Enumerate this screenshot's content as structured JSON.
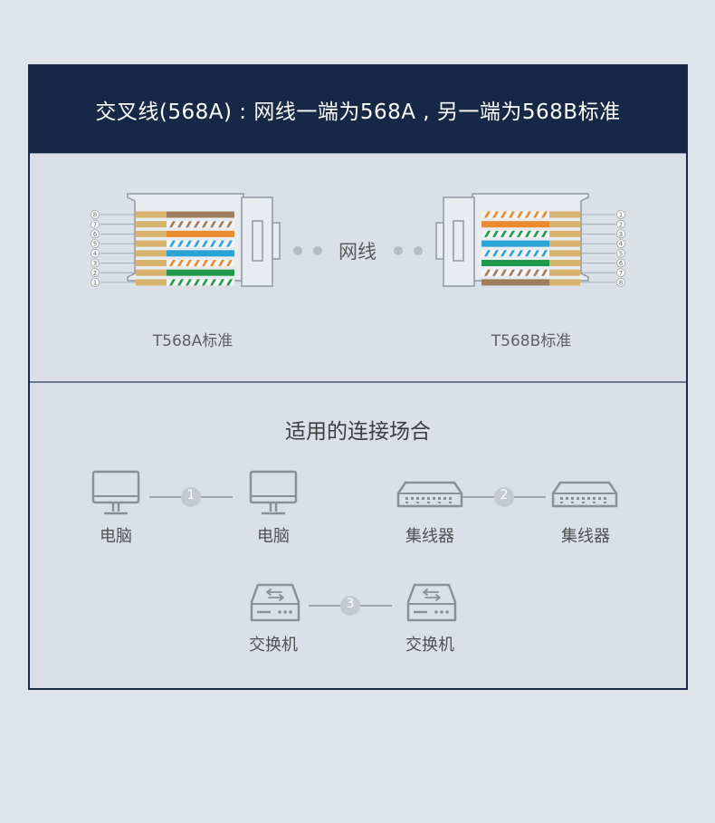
{
  "header": {
    "title": "交叉线(568A) : 网线一端为568A , 另一端为568B标准"
  },
  "diagram": {
    "left_label": "T568A标准",
    "right_label": "T568B标准",
    "cable_label": "网线",
    "pin_numbers": [
      "8",
      "7",
      "6",
      "5",
      "4",
      "3",
      "2",
      "1"
    ],
    "pin_numbers_right": [
      "1",
      "2",
      "3",
      "4",
      "5",
      "6",
      "7",
      "8"
    ]
  },
  "usage": {
    "title": "适用的连接场合",
    "pairs": [
      {
        "number": "1",
        "left": "电脑",
        "right": "电脑",
        "icon": "monitor-icon"
      },
      {
        "number": "2",
        "left": "集线器",
        "right": "集线器",
        "icon": "hub-icon"
      },
      {
        "number": "3",
        "left": "交换机",
        "right": "交换机",
        "icon": "switch-icon"
      }
    ]
  },
  "colors": {
    "header_bg": "#172746",
    "orange": "#e98a2d",
    "green": "#1f9a4a",
    "blue": "#2aa3d6",
    "brown": "#9e7d5f",
    "gold": "#d7b36e",
    "icon_gray": "#8a8f98"
  }
}
